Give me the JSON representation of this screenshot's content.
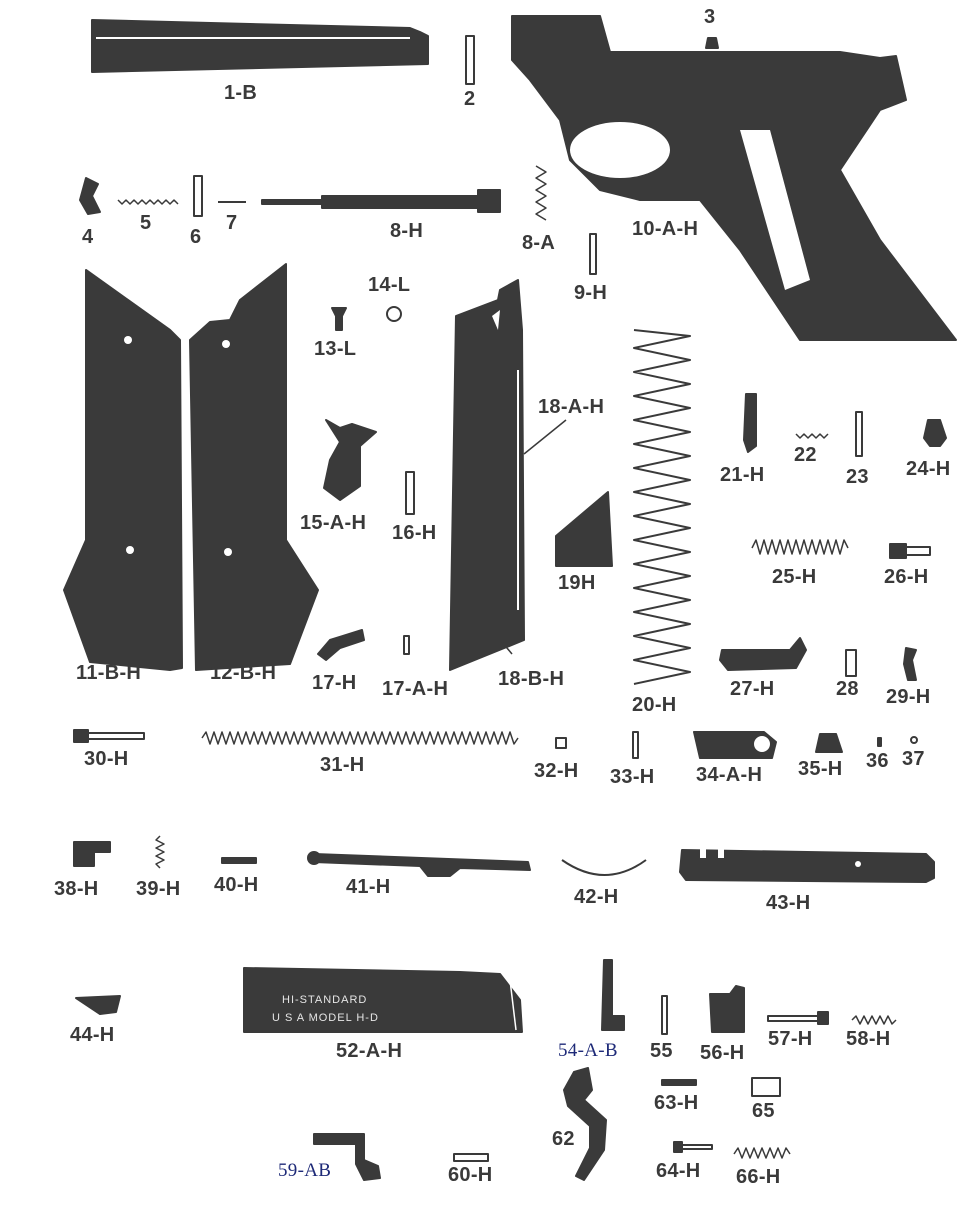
{
  "diagram": {
    "ink_color": "#3a3a3a",
    "label_color": "#3a3a3a",
    "blue_label_color": "#1e2a78",
    "background": "#ffffff",
    "slide_engraving": [
      "HI-STANDARD",
      "U S A MODEL H-D"
    ],
    "parts": [
      "1-B",
      "2",
      "3",
      "4",
      "5",
      "6",
      "7",
      "8-H",
      "8-A",
      "9-H",
      "10-A-H",
      "11-B-H",
      "12-B-H",
      "13-L",
      "14-L",
      "15-A-H",
      "16-H",
      "17-H",
      "17-A-H",
      "18-A-H",
      "18-B-H",
      "19H",
      "20-H",
      "21-H",
      "22",
      "23",
      "24-H",
      "25-H",
      "26-H",
      "27-H",
      "28",
      "29-H",
      "30-H",
      "31-H",
      "32-H",
      "33-H",
      "34-A-H",
      "35-H",
      "36",
      "37",
      "38-H",
      "39-H",
      "40-H",
      "41-H",
      "42-H",
      "43-H",
      "44-H",
      "52-A-H",
      "54-A-B",
      "55",
      "56-H",
      "57-H",
      "58-H",
      "59-AB",
      "60-H",
      "62",
      "63-H",
      "64-H",
      "65",
      "66-H"
    ]
  }
}
